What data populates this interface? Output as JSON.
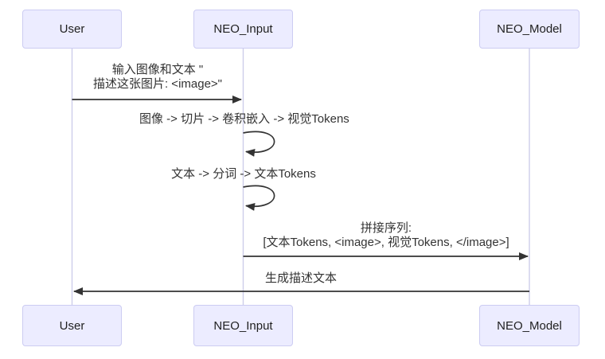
{
  "diagram": {
    "type": "sequence-diagram",
    "actors": [
      {
        "id": "user",
        "label": "User"
      },
      {
        "id": "neo-input",
        "label": "NEO_Input"
      },
      {
        "id": "neo-model",
        "label": "NEO_Model"
      }
    ],
    "messages": [
      {
        "from": "User",
        "to": "NEO_Input",
        "arrow": "solid",
        "lines": [
          "输入图像和文本 \"",
          "描述这张图片: <image>\""
        ]
      },
      {
        "from": "NEO_Input",
        "to": "NEO_Input",
        "arrow": "self-loop",
        "lines": [
          "图像 -> 切片 -> 卷积嵌入 -> 视觉Tokens"
        ]
      },
      {
        "from": "NEO_Input",
        "to": "NEO_Input",
        "arrow": "self-loop",
        "lines": [
          "文本 -> 分词 -> 文本Tokens"
        ]
      },
      {
        "from": "NEO_Input",
        "to": "NEO_Model",
        "arrow": "solid",
        "lines": [
          "拼接序列:",
          "[文本Tokens, <image>, 视觉Tokens, </image>]"
        ]
      },
      {
        "from": "NEO_Model",
        "to": "User",
        "arrow": "solid",
        "lines": [
          "生成描述文本"
        ]
      }
    ],
    "colors": {
      "actor_fill": "#ececff",
      "actor_border": "#ccccf2",
      "lifeline": "#cdcdea",
      "arrow": "#333333",
      "text": "#333333",
      "background": "#ffffff"
    }
  }
}
